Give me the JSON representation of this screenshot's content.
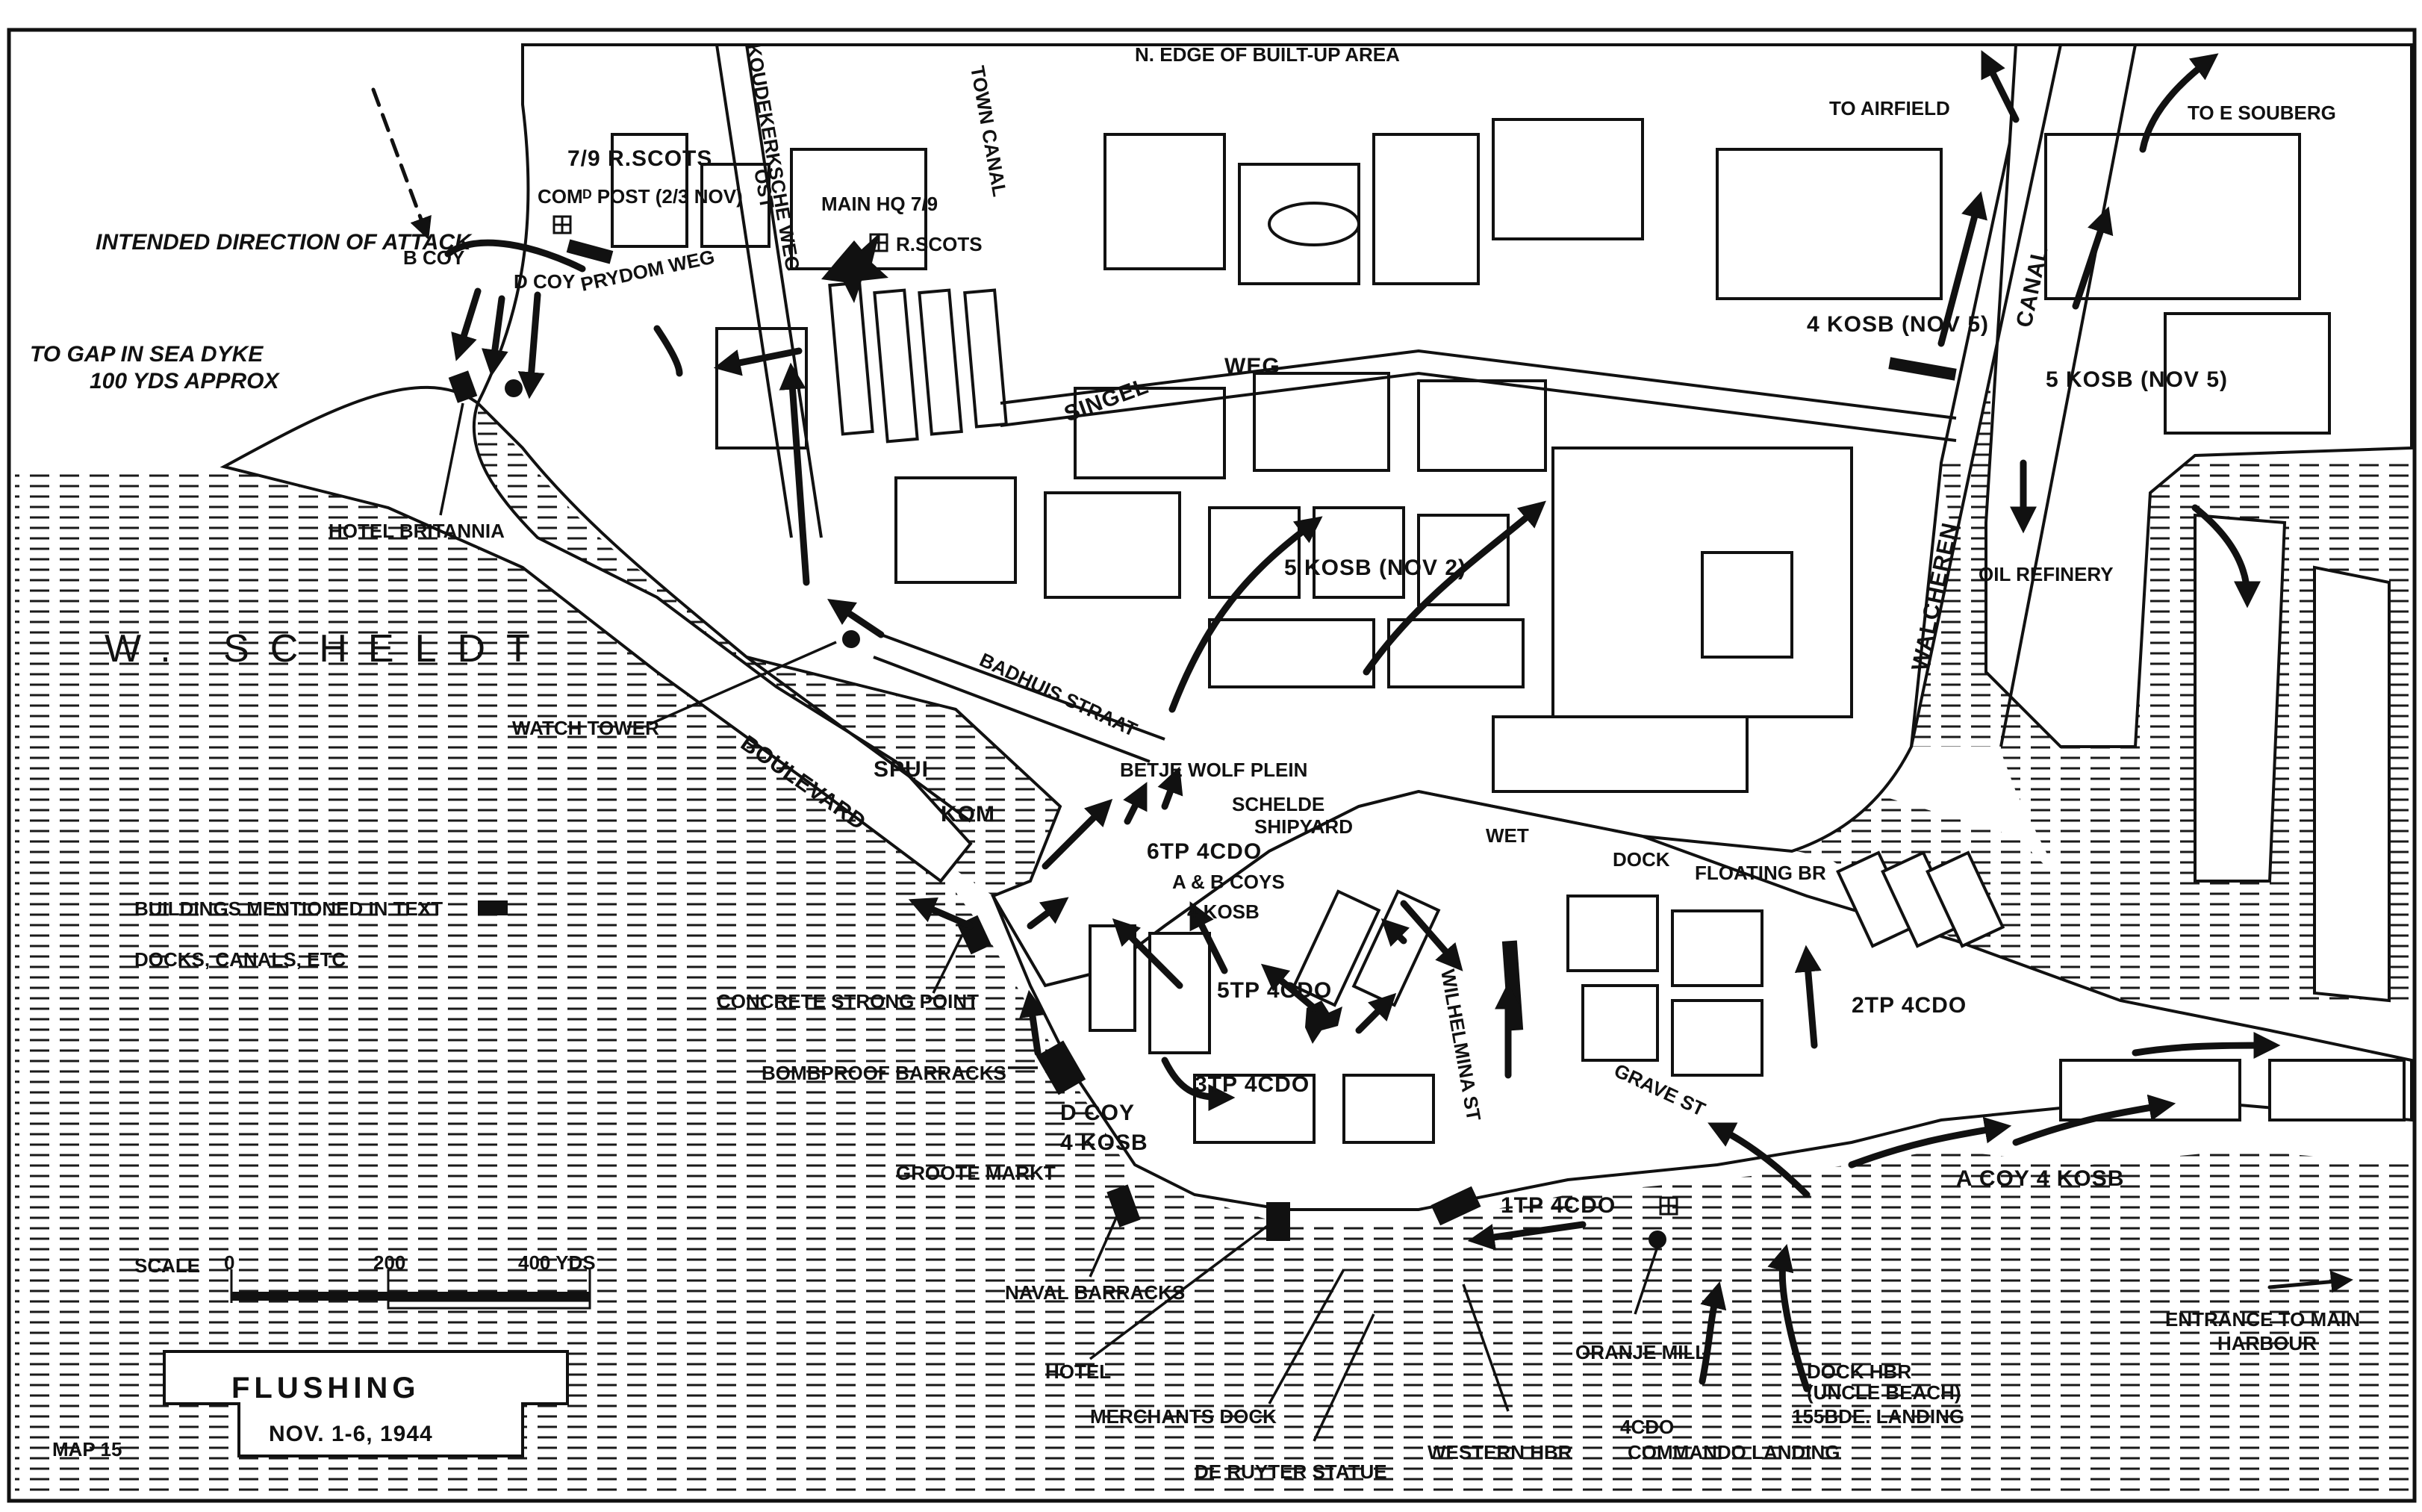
{
  "map": {
    "title": "FLUSHING",
    "subtitle": "NOV. 1-6, 1944",
    "map_number": "MAP 15",
    "scale": {
      "label": "SCALE",
      "ticks": [
        "0",
        "200",
        "400 YDS"
      ]
    },
    "legend": {
      "buildings": "BUILDINGS MENTIONED IN TEXT",
      "docks": "DOCKS, CANALS, ETC"
    },
    "colors": {
      "ink": "#111111",
      "paper": "#ffffff",
      "water_hatch": "#1a1a1a"
    }
  },
  "water_labels": {
    "w_scheldt": "W. SCHELDT",
    "spui": "SPUI",
    "kom": "KOM",
    "wet": "WET",
    "dock": "DOCK"
  },
  "street_labels": {
    "koudekerksche": "KOUDEKERKSCHE WEG",
    "ost": "OST",
    "town_canal": "TOWN CANAL",
    "prydom_weg": "PRYDOM WEG",
    "singel": "SINGEL",
    "weg": "WEG",
    "badhuis": "BADHUIS STRAAT",
    "boulevard": "BOULEVARD",
    "walcheren": "WALCHEREN",
    "canal": "CANAL",
    "wilhelmina": "WILHELMINA ST",
    "grave_st": "GRAVE ST",
    "floating_br": "FLOATING BR"
  },
  "place_labels": {
    "edge_built_up": "N. EDGE OF BUILT-UP AREA",
    "to_airfield": "TO AIRFIELD",
    "to_e_souberg": "TO E SOUBERG",
    "r_scots_cp_1": "7/9 R.SCOTS",
    "r_scots_cp_2": "COMᴰ POST (2/3 NOV)",
    "main_hq_1": "MAIN HQ 7/9",
    "main_hq_2": "R.SCOTS",
    "intended_attack": "INTENDED DIRECTION OF ATTACK",
    "b_coy": "B COY",
    "d_coy_top": "D COY",
    "to_gap_1": "TO GAP IN SEA DYKE",
    "to_gap_2": "100 YDS APPROX",
    "hotel_britannia": "HOTEL BRITANNIA",
    "watch_tower": "WATCH TOWER",
    "kosb4_nov5": "4 KOSB (NOV 5)",
    "kosb5_nov5": "5 KOSB (NOV 5)",
    "oil_refinery": "OIL REFINERY",
    "kosb5_nov2": "5 KOSB (NOV 2)",
    "betje_wolf": "BETJE WOLF PLEIN",
    "schelde_1": "SCHELDE",
    "schelde_2": "SHIPYARD",
    "tp6_1": "6TP 4CDO",
    "tp6_2": "A & B COYS",
    "tp6_3": "4 KOSB",
    "tp5": "5TP 4CDO",
    "tp3": "3TP 4CDO",
    "tp2": "2TP 4CDO",
    "tp1": "1TP 4CDO",
    "concrete": "CONCRETE STRONG POINT",
    "bombproof": "BOMBPROOF BARRACKS",
    "d_coy_1": "D COY",
    "d_coy_2": "4 KOSB",
    "groote_markt": "GROOTE MARKT",
    "naval_barracks": "NAVAL BARRACKS",
    "hotel": "HOTEL",
    "merchants_dock": "MERCHANTS DOCK",
    "de_ruyter": "DE RUYTER STATUE",
    "western_hbr": "WESTERN HBR",
    "oranje_mill": "ORANJE MILL",
    "cdo_landing_1": "4CDO",
    "cdo_landing_2": "COMMANDO LANDING",
    "dock_hbr_1": "DOCK HBR",
    "dock_hbr_2": "(UNCLE BEACH)",
    "dock_hbr_3": "155BDE. LANDING",
    "a_coy": "A COY 4 KOSB",
    "entrance_1": "ENTRANCE TO MAIN",
    "entrance_2": "HARBOUR"
  }
}
